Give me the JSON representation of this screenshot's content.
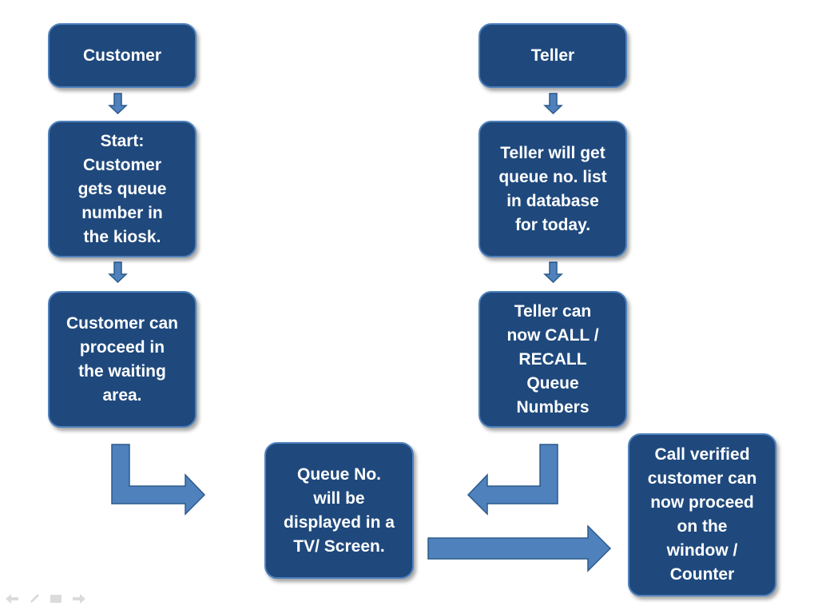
{
  "colors": {
    "box_fill": "#1f497d",
    "box_border": "#4f81bd",
    "arrow_fill": "#4f81bd",
    "arrow_stroke": "#2c5a8a",
    "text": "#ffffff"
  },
  "nodes": {
    "customer": "Customer",
    "teller": "Teller",
    "customer_start": "Start:\nCustomer\ngets queue\nnumber in\nthe kiosk.",
    "teller_get_list": "Teller will get\nqueue no. list\nin database\nfor today.",
    "customer_wait": "Customer can\nproceed in\nthe waiting\narea.",
    "teller_call": "Teller can\nnow CALL /\nRECALL\nQueue\nNumbers",
    "queue_display": "Queue No.\nwill be\ndisplayed in a\nTV/ Screen.",
    "proceed_counter": "Call verified\ncustomer can\nnow proceed\non the\nwindow /\nCounter"
  },
  "nav_icons": [
    "back-arrow-icon",
    "pen-icon",
    "menu-icon",
    "forward-arrow-icon"
  ]
}
